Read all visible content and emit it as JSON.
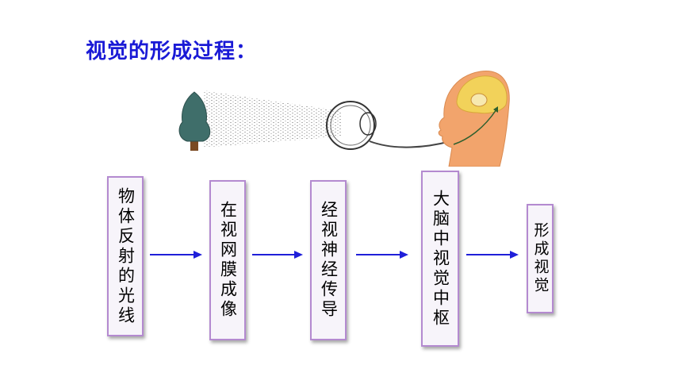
{
  "title": "视觉的形成过程：",
  "steps": [
    {
      "label": "物体反射的光线"
    },
    {
      "label": "在视网膜成像"
    },
    {
      "label": "经视神经传导"
    },
    {
      "label": "大脑中视觉中枢"
    },
    {
      "label": "形成视觉"
    }
  ],
  "colors": {
    "title": "#1a1ad6",
    "arrow": "#1f1fd9",
    "box_border": "#b48ad0"
  },
  "illustration": {
    "icons": [
      "tree-icon",
      "eye-icon",
      "head-brain-icon"
    ]
  }
}
